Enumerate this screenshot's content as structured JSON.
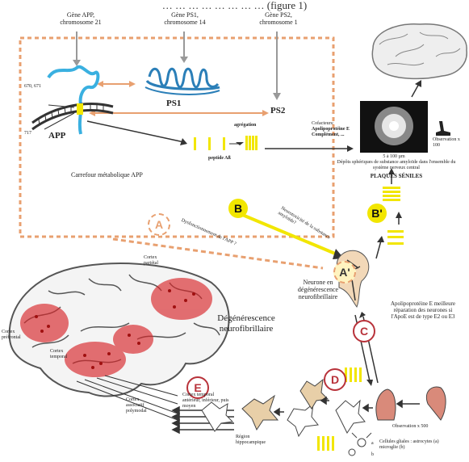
{
  "caption": "… … … … … … … … (figure 1)",
  "genes": {
    "app": "Gène APP, chromosome 21",
    "ps1": "Gène PS1, chromosome 14",
    "ps2": "Gène PS2, chromosome 1"
  },
  "proteins": {
    "app": "APP",
    "ps1": "PS1",
    "ps2": "PS2"
  },
  "sites": {
    "s1": "670, 671",
    "s2": "717"
  },
  "carrefour": "Carrefour métabolique APP",
  "peptide": "peptide Aß",
  "agregation": "agrégation",
  "cofacteurs": {
    "title": "Cofacteurs:",
    "apo": "Apolipoprotéine E",
    "complement": "Complément, ..."
  },
  "observation_top": "Observation x 100",
  "scale": "5 à 100 µm",
  "plaques_desc": "Dépôts sphériques de substance amyloïde dans l'ensemble du système nerveux central",
  "plaques": "PLAQUES SÉNILES",
  "letters": {
    "a": "A",
    "b": "B",
    "b2": "B'",
    "a2": "A'",
    "c": "C",
    "d": "D",
    "e": "E"
  },
  "dysfunction": "Dysfonctionnement de l'APP ?",
  "neurotox": "Neurotoxicité de la substance amyloïde?",
  "neurone": "Neurone en dégénérescence neurofibrillaire",
  "apoe_text": "Apolipoprotéine E meilleure réparation des neurones si l'ApoE est de type E2 ou E3",
  "cortex": {
    "parietal": "Cortex pariétal",
    "prefrontal": "Cortex préfrontal",
    "temporal": "Cortex temporal",
    "associatif": "Cortex associatif polymodal",
    "temporal_ant": "Cortex temporal antérieur, inférieur, puis moyen"
  },
  "degenerescence": "Dégénérescence neurofibrillaire",
  "region": "Région hippocampique",
  "observation_bottom": "Observation x 500",
  "gliales": "Cellules gliales : astrocytes (a) microglie (b)",
  "labels_ab": {
    "a": "a",
    "b": "b"
  },
  "colors": {
    "accent_orange": "#e8a070",
    "yellow": "#f2e600",
    "red_circle": "#b8323a",
    "brain_red": "#d8262a"
  }
}
